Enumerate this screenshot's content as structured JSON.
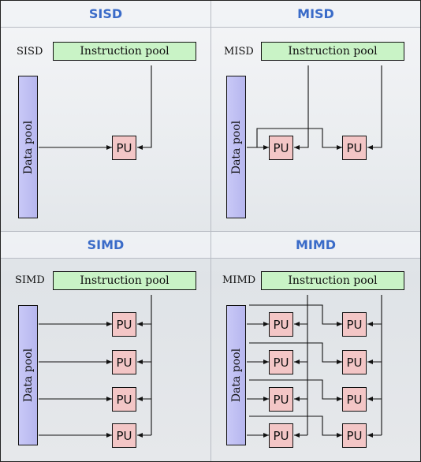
{
  "panels": {
    "sisd": {
      "heading": "SISD",
      "label": "SISD",
      "instruction_pool": "Instruction pool",
      "data_pool": "Data pool",
      "pu": [
        "PU"
      ]
    },
    "misd": {
      "heading": "MISD",
      "label": "MISD",
      "instruction_pool": "Instruction pool",
      "data_pool": "Data pool",
      "pu": [
        "PU",
        "PU"
      ]
    },
    "simd": {
      "heading": "SIMD",
      "label": "SIMD",
      "instruction_pool": "Instruction pool",
      "data_pool": "Data pool",
      "pu": [
        "PU",
        "PU",
        "PU",
        "PU"
      ]
    },
    "mimd": {
      "heading": "MIMD",
      "label": "MIMD",
      "instruction_pool": "Instruction pool",
      "data_pool": "Data pool",
      "pu": [
        "PU",
        "PU",
        "PU",
        "PU",
        "PU",
        "PU",
        "PU",
        "PU"
      ]
    }
  },
  "colors": {
    "heading": "#3a6bc8",
    "instruction_pool": "#c9f3c6",
    "data_pool": "#b6b6ee",
    "pu": "#f3c6c6"
  }
}
